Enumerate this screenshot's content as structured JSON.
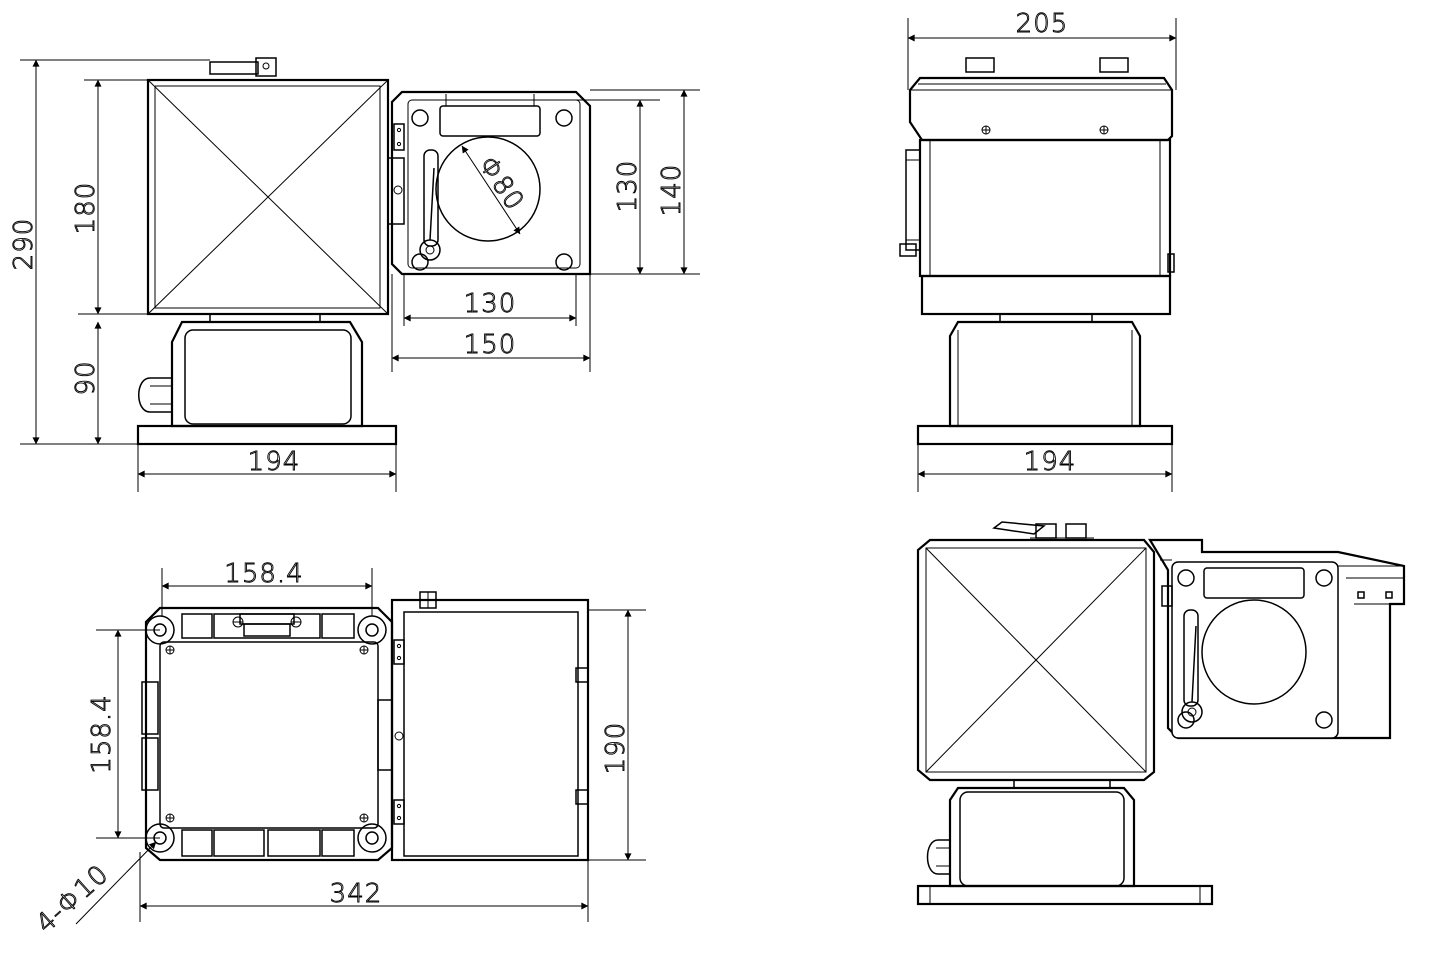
{
  "dims": {
    "h290": "290",
    "h180": "180",
    "h90": "90",
    "w194_front": "194",
    "h130": "130",
    "h140": "140",
    "w130": "130",
    "w150": "150",
    "dia80": "Φ80",
    "w205": "205",
    "w194_side": "194",
    "w158_top": "158.4",
    "h158_left": "158.4",
    "h190": "190",
    "w342": "342",
    "holes": "4-Φ10"
  }
}
